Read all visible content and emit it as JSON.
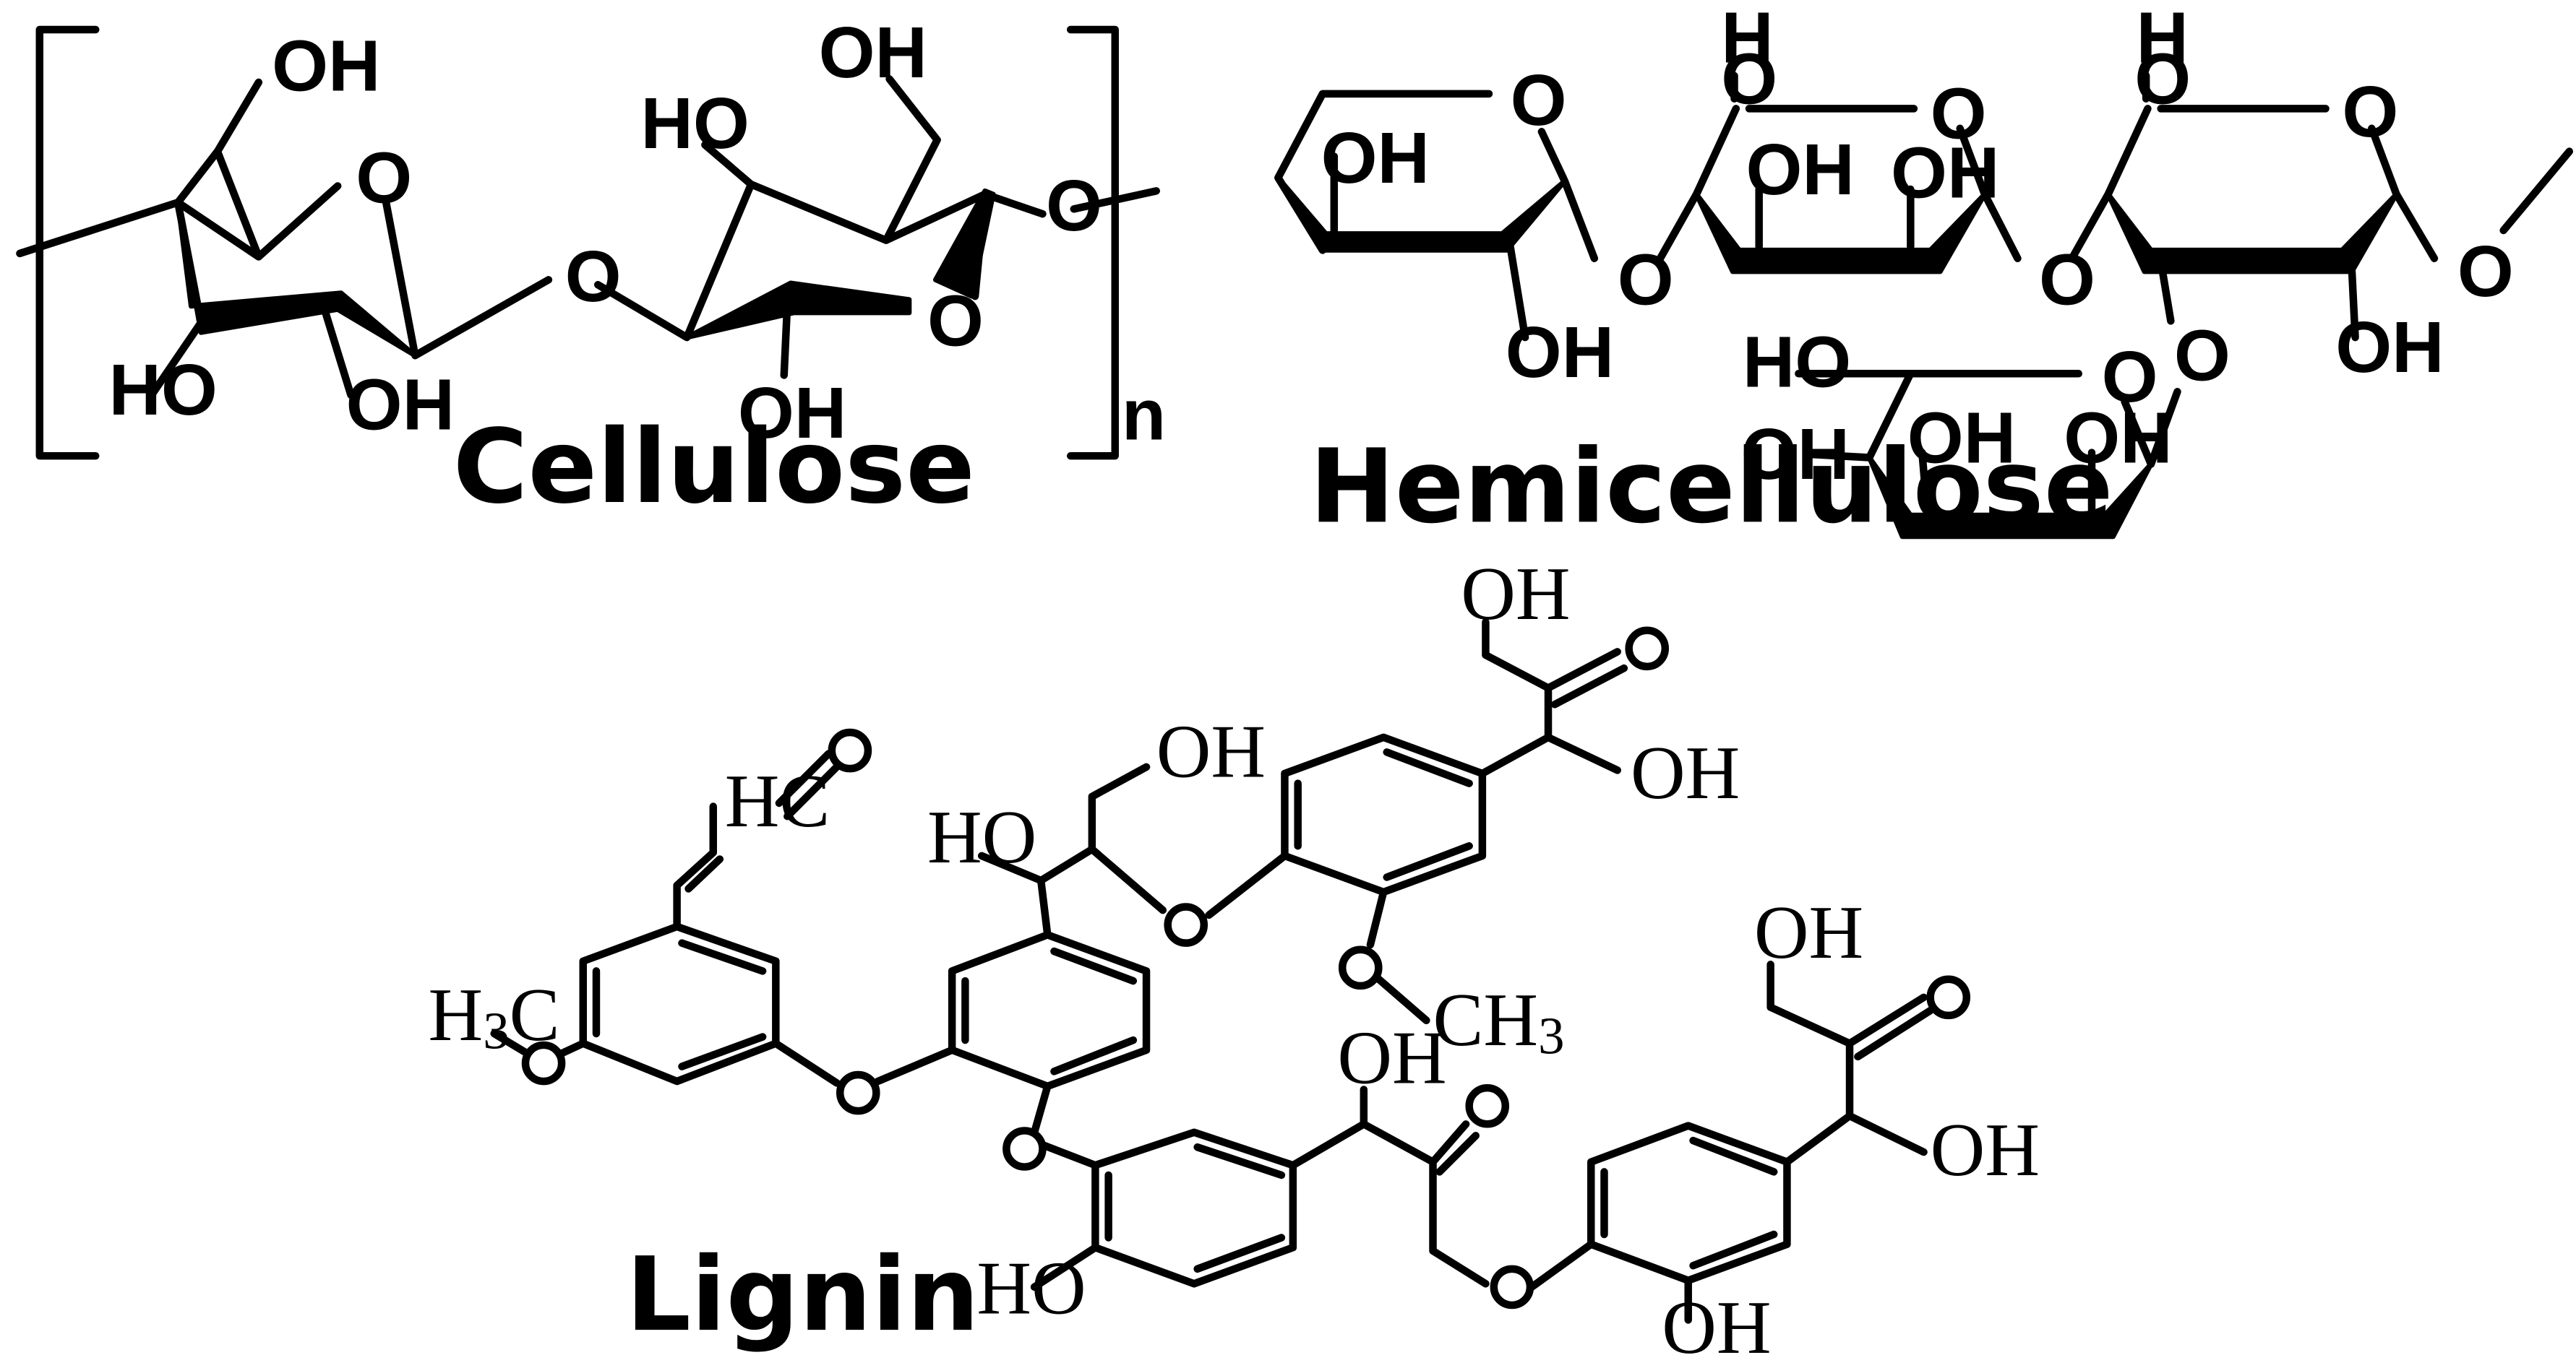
{
  "titles": {
    "cellulose": "Cellulose",
    "hemicellulose": "Hemicellulose",
    "lignin": "Lignin"
  },
  "cellulose": {
    "repeat_subscript": "n",
    "labels": {
      "oh_top_left": "OH",
      "ring_o_left": "O",
      "ho_bottom_left": "HO",
      "oh_bottom_left": "OH",
      "bridge_o": "O",
      "ho_upper_right": "HO",
      "oh_top_right": "OH",
      "ring_o_right": "O",
      "oh_bottom_right": "OH",
      "end_o": "O"
    }
  },
  "hemicellulose": {
    "labels": {
      "r1_ring_o": "O",
      "r1_oh_up": "OH",
      "r1_oh_down": "OH",
      "link_o_1": "O",
      "r2_h": "H",
      "r2_o": "O",
      "r2_ring_o": "O",
      "r2_oh_a": "OH",
      "r2_oh_b": "OH",
      "link_o_2": "O",
      "r3_h": "H",
      "r3_o": "O",
      "r3_ring_o": "O",
      "r3_oh_down": "OH",
      "end_o": "O",
      "r4_ho": "HO",
      "r4_ring_o": "O",
      "r4_link_o": "O",
      "r4_oh_left": "OH",
      "r4_oh_a": "OH",
      "r4_oh_b": "OH"
    }
  },
  "lignin": {
    "labels": {
      "hc": "HC",
      "h3c": "H",
      "h3c_sub": "3",
      "h3c_c": "C",
      "ho_a": "HO",
      "oh_a": "OH",
      "oh_top": "OH",
      "oh_right_top": "OH",
      "ch3": "CH",
      "ch3_sub": "3",
      "oh_mid": "OH",
      "oh_right": "OH",
      "oh_right_low": "OH",
      "ho_bottom": "HO",
      "oh_bottom": "OH"
    }
  }
}
